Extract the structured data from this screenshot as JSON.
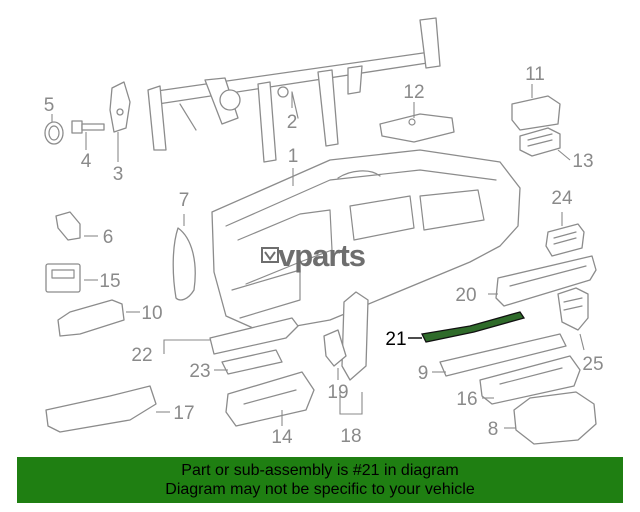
{
  "diagram": {
    "callouts": [
      "1",
      "2",
      "3",
      "4",
      "5",
      "6",
      "7",
      "8",
      "9",
      "10",
      "11",
      "12",
      "13",
      "14",
      "15",
      "16",
      "17",
      "18",
      "19",
      "20",
      "21",
      "22",
      "23",
      "24",
      "25"
    ],
    "highlighted_part": "21",
    "highlight_color": "#2f6b2a"
  },
  "watermark": {
    "text": "vparts"
  },
  "banner": {
    "line1": "Part or sub-assembly is #21 in diagram",
    "line2": "Diagram may not be specific to your vehicle",
    "color": "#1f7f12"
  }
}
